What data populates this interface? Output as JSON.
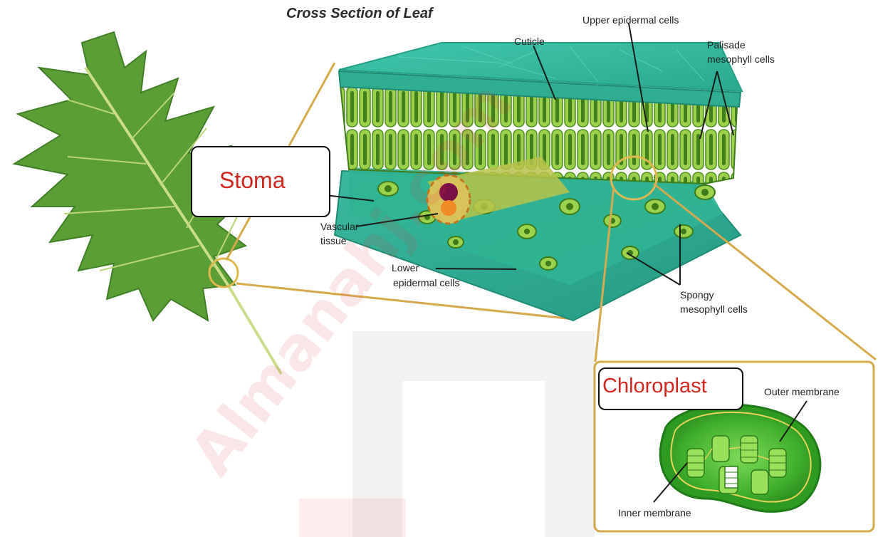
{
  "diagram": {
    "title": "Cross Section of Leaf",
    "labels": {
      "cuticle": "Cuticle",
      "upper_epidermal": "Upper epidermal cells",
      "palisade_line1": "Palisade",
      "palisade_line2": "mesophyll cells",
      "vascular_line1": "Vascular",
      "vascular_line2": "tissue",
      "lower_line1": "Lower",
      "lower_line2": "epidermal cells",
      "spongy_line1": "Spongy",
      "spongy_line2": "mesophyll cells",
      "outer_membrane": "Outer membrane",
      "inner_membrane": "Inner membrane"
    },
    "callouts": {
      "stoma": "Stoma",
      "chloroplast": "Chloroplast"
    },
    "watermark": "Almanahj.com"
  },
  "colors": {
    "leaf": "#5a9e36",
    "leaf_dark": "#3f7f26",
    "cuticle": "#3cbfa5",
    "palisade": "#8cc63f",
    "spongy_bg": "#35b89a",
    "frame": "#d7a94d",
    "callout_text": "#d0261b"
  }
}
